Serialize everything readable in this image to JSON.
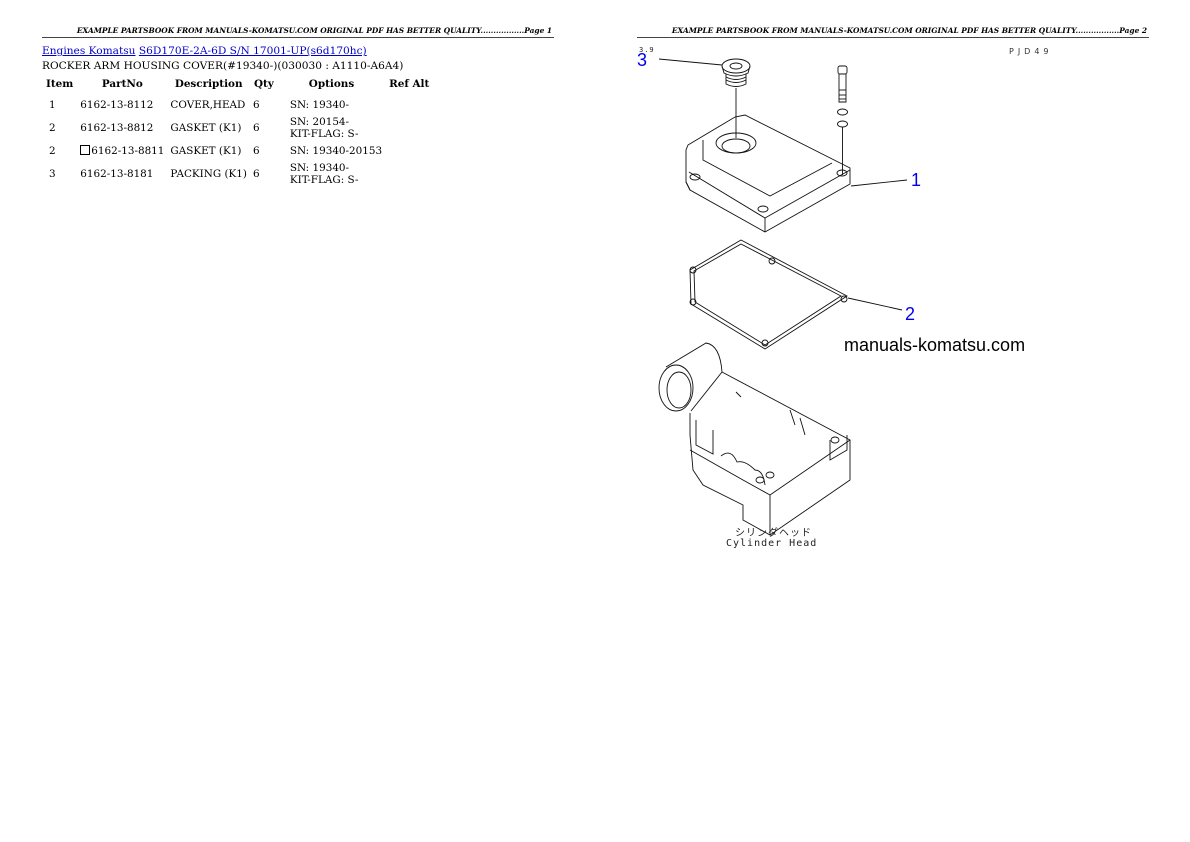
{
  "pages": [
    {
      "header": "EXAMPLE PARTSBOOK FROM MANUALS-KOMATSU.COM ORIGINAL PDF HAS BETTER QUALITY.................Page 1"
    },
    {
      "header": "EXAMPLE PARTSBOOK FROM MANUALS-KOMATSU.COM ORIGINAL PDF HAS BETTER QUALITY.................Page 2"
    }
  ],
  "breadcrumb": {
    "link1": "Engines Komatsu",
    "link2": "S6D170E-2A-6D S/N 17001-UP(s6d170hc)"
  },
  "section_title": "ROCKER ARM HOUSING COVER(#19340-)(030030 : A1110-A6A4)",
  "table": {
    "headers": [
      "Item",
      "PartNo",
      "Description",
      "Qty",
      "Options",
      "Ref Alt"
    ],
    "rows": [
      {
        "item": "1",
        "partno": "6162-13-8112",
        "checkbox": false,
        "description": "COVER,HEAD",
        "qty": "6",
        "options_line1": "SN: 19340-",
        "options_line2": ""
      },
      {
        "item": "2",
        "partno": "6162-13-8812",
        "checkbox": false,
        "description": "GASKET (K1)",
        "qty": "6",
        "options_line1": "SN: 20154-",
        "options_line2": "KIT-FLAG: S-"
      },
      {
        "item": "2",
        "partno": "6162-13-8811",
        "checkbox": true,
        "description": "GASKET (K1)",
        "qty": "6",
        "options_line1": "SN: 19340-20153",
        "options_line2": ""
      },
      {
        "item": "3",
        "partno": "6162-13-8181",
        "checkbox": false,
        "description": "PACKING (K1)",
        "qty": "6",
        "options_line1": "SN: 19340-",
        "options_line2": "KIT-FLAG: S-"
      }
    ]
  },
  "drawing": {
    "code": "PJD49",
    "callouts": [
      "1",
      "2",
      "3"
    ],
    "callout_color": "#0000ee",
    "small_ref": "3.9",
    "watermark": "manuals-komatsu.com",
    "caption_jp": "シリンダヘッド",
    "caption_en": "Cylinder Head"
  }
}
